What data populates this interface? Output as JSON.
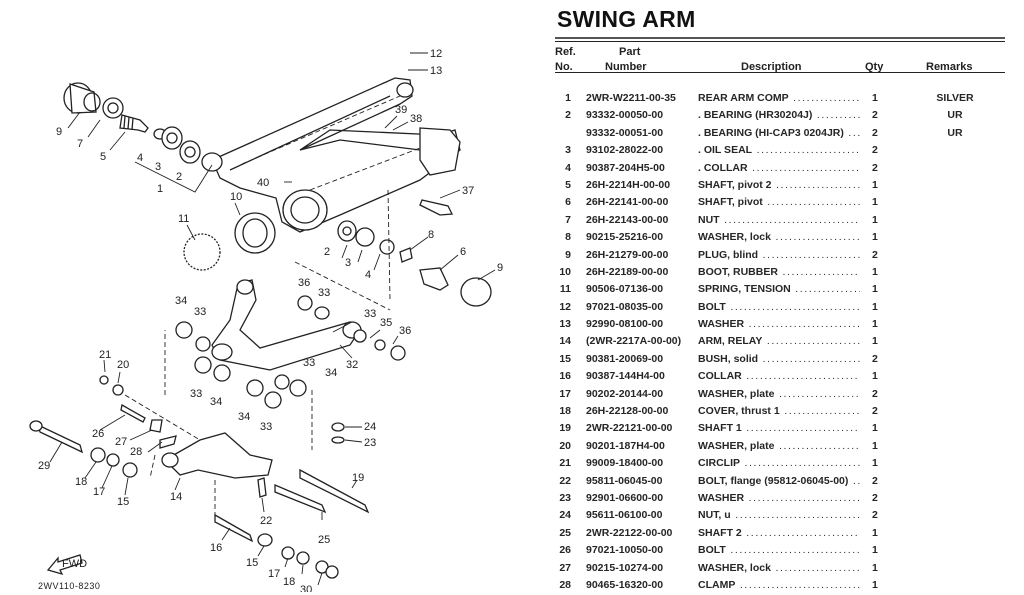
{
  "page": {
    "title": "SWING ARM",
    "diagram_code": "2WV110-8230",
    "fwd_label": "FWD"
  },
  "table": {
    "headers": {
      "ref_line1": "Ref.",
      "ref_line2": "No.",
      "part_line1": "Part",
      "part_line2": "Number",
      "description": "Description",
      "qty": "Qty",
      "remarks": "Remarks"
    },
    "rows": [
      {
        "ref": "1",
        "part": "2WR-W2211-00-35",
        "desc": "REAR ARM COMP",
        "qty": "1",
        "remarks": "SILVER"
      },
      {
        "ref": "2",
        "part": "93332-00050-00",
        "desc": ". BEARING (HR30204J)",
        "qty": "2",
        "remarks": "UR"
      },
      {
        "ref": "",
        "part": "93332-00051-00",
        "desc": ". BEARING (HI-CAP3 0204JR)",
        "qty": "2",
        "remarks": "UR"
      },
      {
        "ref": "3",
        "part": "93102-28022-00",
        "desc": ". OIL SEAL",
        "qty": "2",
        "remarks": ""
      },
      {
        "ref": "4",
        "part": "90387-204H5-00",
        "desc": ". COLLAR",
        "qty": "2",
        "remarks": ""
      },
      {
        "ref": "5",
        "part": "26H-2214H-00-00",
        "desc": "SHAFT, pivot 2",
        "qty": "1",
        "remarks": ""
      },
      {
        "ref": "6",
        "part": "26H-22141-00-00",
        "desc": "SHAFT, pivot",
        "qty": "1",
        "remarks": ""
      },
      {
        "ref": "7",
        "part": "26H-22143-00-00",
        "desc": "NUT",
        "qty": "1",
        "remarks": ""
      },
      {
        "ref": "8",
        "part": "90215-25216-00",
        "desc": "WASHER, lock",
        "qty": "1",
        "remarks": ""
      },
      {
        "ref": "9",
        "part": "26H-21279-00-00",
        "desc": "PLUG, blind",
        "qty": "2",
        "remarks": ""
      },
      {
        "ref": "10",
        "part": "26H-22189-00-00",
        "desc": "BOOT, RUBBER",
        "qty": "1",
        "remarks": ""
      },
      {
        "ref": "11",
        "part": "90506-07136-00",
        "desc": "SPRING, TENSION",
        "qty": "1",
        "remarks": ""
      },
      {
        "ref": "12",
        "part": "97021-08035-00",
        "desc": "BOLT",
        "qty": "1",
        "remarks": ""
      },
      {
        "ref": "13",
        "part": "92990-08100-00",
        "desc": "WASHER",
        "qty": "1",
        "remarks": ""
      },
      {
        "ref": "14",
        "part": "(2WR-2217A-00-00)",
        "desc": "ARM, RELAY",
        "qty": "1",
        "remarks": ""
      },
      {
        "ref": "15",
        "part": "90381-20069-00",
        "desc": "BUSH, solid",
        "qty": "2",
        "remarks": ""
      },
      {
        "ref": "16",
        "part": "90387-144H4-00",
        "desc": "COLLAR",
        "qty": "1",
        "remarks": ""
      },
      {
        "ref": "17",
        "part": "90202-20144-00",
        "desc": "WASHER, plate",
        "qty": "2",
        "remarks": ""
      },
      {
        "ref": "18",
        "part": "26H-22128-00-00",
        "desc": "COVER, thrust 1",
        "qty": "2",
        "remarks": ""
      },
      {
        "ref": "19",
        "part": "2WR-22121-00-00",
        "desc": "SHAFT 1",
        "qty": "1",
        "remarks": ""
      },
      {
        "ref": "20",
        "part": "90201-187H4-00",
        "desc": "WASHER, plate",
        "qty": "1",
        "remarks": ""
      },
      {
        "ref": "21",
        "part": "99009-18400-00",
        "desc": "CIRCLIP",
        "qty": "1",
        "remarks": ""
      },
      {
        "ref": "22",
        "part": "95811-06045-00",
        "desc": "BOLT, flange (95812-06045-00)",
        "qty": "2",
        "remarks": ""
      },
      {
        "ref": "23",
        "part": "92901-06600-00",
        "desc": "WASHER",
        "qty": "2",
        "remarks": ""
      },
      {
        "ref": "24",
        "part": "95611-06100-00",
        "desc": "NUT, u",
        "qty": "2",
        "remarks": ""
      },
      {
        "ref": "25",
        "part": "2WR-22122-00-00",
        "desc": "SHAFT 2",
        "qty": "1",
        "remarks": ""
      },
      {
        "ref": "26",
        "part": "97021-10050-00",
        "desc": "BOLT",
        "qty": "1",
        "remarks": ""
      },
      {
        "ref": "27",
        "part": "90215-10274-00",
        "desc": "WASHER, lock",
        "qty": "1",
        "remarks": ""
      },
      {
        "ref": "28",
        "part": "90465-16320-00",
        "desc": "CLAMP",
        "qty": "1",
        "remarks": ""
      }
    ]
  },
  "callouts": [
    {
      "id": "c12",
      "label": "12"
    },
    {
      "id": "c13",
      "label": "13"
    },
    {
      "id": "c39",
      "label": "39"
    },
    {
      "id": "c38",
      "label": "38"
    },
    {
      "id": "c9a",
      "label": "9"
    },
    {
      "id": "c7",
      "label": "7"
    },
    {
      "id": "c5",
      "label": "5"
    },
    {
      "id": "c4a",
      "label": "4"
    },
    {
      "id": "c3a",
      "label": "3"
    },
    {
      "id": "c2a",
      "label": "2"
    },
    {
      "id": "c1",
      "label": "1"
    },
    {
      "id": "c40",
      "label": "40"
    },
    {
      "id": "c10",
      "label": "10"
    },
    {
      "id": "c11",
      "label": "11"
    },
    {
      "id": "c37",
      "label": "37"
    },
    {
      "id": "c8",
      "label": "8"
    },
    {
      "id": "c6",
      "label": "6"
    },
    {
      "id": "c9b",
      "label": "9"
    },
    {
      "id": "c2b",
      "label": "2"
    },
    {
      "id": "c3b",
      "label": "3"
    },
    {
      "id": "c4b",
      "label": "4"
    },
    {
      "id": "c36a",
      "label": "36"
    },
    {
      "id": "c33a",
      "label": "33"
    },
    {
      "id": "c34a",
      "label": "34"
    },
    {
      "id": "c33b",
      "label": "33"
    },
    {
      "id": "c33c",
      "label": "33"
    },
    {
      "id": "c35",
      "label": "35"
    },
    {
      "id": "c36b",
      "label": "36"
    },
    {
      "id": "c32",
      "label": "32"
    },
    {
      "id": "c33d",
      "label": "33"
    },
    {
      "id": "c34b",
      "label": "34"
    },
    {
      "id": "c33e",
      "label": "33"
    },
    {
      "id": "c34c",
      "label": "34"
    },
    {
      "id": "c34d",
      "label": "34"
    },
    {
      "id": "c33f",
      "label": "33"
    },
    {
      "id": "c21",
      "label": "21"
    },
    {
      "id": "c20",
      "label": "20"
    },
    {
      "id": "c26",
      "label": "26"
    },
    {
      "id": "c27",
      "label": "27"
    },
    {
      "id": "c28",
      "label": "28"
    },
    {
      "id": "c29",
      "label": "29"
    },
    {
      "id": "c18a",
      "label": "18"
    },
    {
      "id": "c17a",
      "label": "17"
    },
    {
      "id": "c15a",
      "label": "15"
    },
    {
      "id": "c14",
      "label": "14"
    },
    {
      "id": "c24",
      "label": "24"
    },
    {
      "id": "c23",
      "label": "23"
    },
    {
      "id": "c19",
      "label": "19"
    },
    {
      "id": "c22",
      "label": "22"
    },
    {
      "id": "c25",
      "label": "25"
    },
    {
      "id": "c16",
      "label": "16"
    },
    {
      "id": "c15b",
      "label": "15"
    },
    {
      "id": "c17b",
      "label": "17"
    },
    {
      "id": "c18b",
      "label": "18"
    },
    {
      "id": "c30",
      "label": "30"
    }
  ]
}
